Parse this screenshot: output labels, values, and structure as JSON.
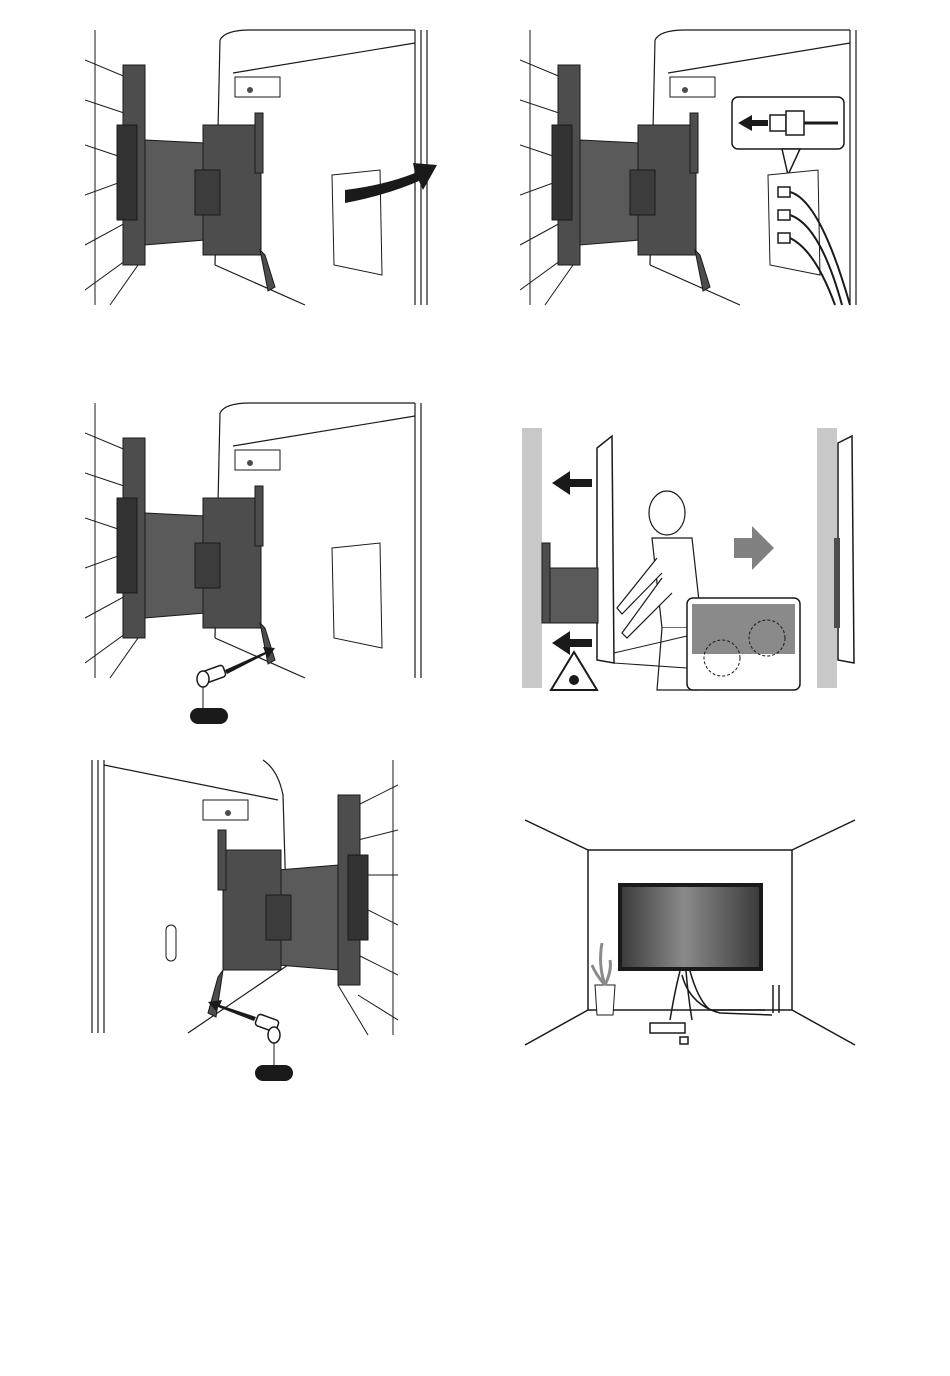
{
  "illustrations": [
    {
      "id": "step1",
      "icon": "remove-cover-arrow-icon"
    },
    {
      "id": "step2",
      "icon": "cable-connect-icon"
    },
    {
      "id": "step3",
      "icon": "attach-screw-icon",
      "screw_label": ""
    },
    {
      "id": "step4",
      "icon": "person-tilting-tv-icon"
    },
    {
      "id": "step5",
      "icon": "attach-screw-icon",
      "screw_label": ""
    },
    {
      "id": "step6",
      "icon": "room-tv-installed-icon"
    }
  ],
  "colors": {
    "line": "#1a1a1a",
    "bracket": "#4d4d4d",
    "bracket_dark": "#333333",
    "arrow_gray": "#808080",
    "wall_gray": "#c8c8c8",
    "screen_dark": "#3c3c3c",
    "screen_light": "#8a8a8a"
  }
}
